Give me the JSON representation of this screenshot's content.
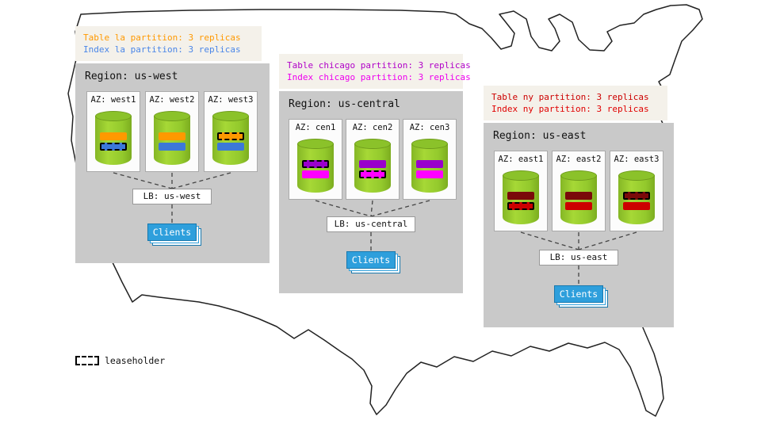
{
  "legend": {
    "label": "leaseholder"
  },
  "colors": {
    "region_bg": "#c9c9c9",
    "note_bg": "#f4f1ea",
    "clients_bg": "#2e9fdc",
    "cylinder_green": "#93c92c",
    "west_table": "#ff9900",
    "west_index": "#3c78d8",
    "west_note1": "#ff9900",
    "west_note2": "#4a86e8",
    "central_table": "#9900cc",
    "central_index": "#ff00ff",
    "central_note1": "#b000c8",
    "central_note2": "#ee00ee",
    "east_table": "#7a0a0a",
    "east_index": "#cc0000",
    "east_note1": "#cc0000",
    "east_note2": "#e00000"
  },
  "regions": [
    {
      "name": "us-west",
      "title": "Region: us-west",
      "note_line1": "Table la partition: 3 replicas",
      "note_line2": "Index la partition: 3 replicas",
      "lb": "LB: us-west",
      "clients": "Clients",
      "azs": [
        {
          "label": "AZ: west1",
          "bars": [
            {
              "role": "table",
              "leaseholder": false
            },
            {
              "role": "index",
              "leaseholder": true
            }
          ]
        },
        {
          "label": "AZ: west2",
          "bars": [
            {
              "role": "table",
              "leaseholder": false
            },
            {
              "role": "index",
              "leaseholder": false
            }
          ]
        },
        {
          "label": "AZ: west3",
          "bars": [
            {
              "role": "table",
              "leaseholder": true
            },
            {
              "role": "index",
              "leaseholder": false
            }
          ]
        }
      ]
    },
    {
      "name": "us-central",
      "title": "Region: us-central",
      "note_line1": "Table chicago partition: 3 replicas",
      "note_line2": "Index chicago partition: 3 replicas",
      "lb": "LB: us-central",
      "clients": "Clients",
      "azs": [
        {
          "label": "AZ: cen1",
          "bars": [
            {
              "role": "table",
              "leaseholder": true
            },
            {
              "role": "index",
              "leaseholder": false
            }
          ]
        },
        {
          "label": "AZ: cen2",
          "bars": [
            {
              "role": "table",
              "leaseholder": false
            },
            {
              "role": "index",
              "leaseholder": true
            }
          ]
        },
        {
          "label": "AZ: cen3",
          "bars": [
            {
              "role": "table",
              "leaseholder": false
            },
            {
              "role": "index",
              "leaseholder": false
            }
          ]
        }
      ]
    },
    {
      "name": "us-east",
      "title": "Region: us-east",
      "note_line1": "Table ny partition: 3 replicas",
      "note_line2": "Index ny partition: 3 replicas",
      "lb": "LB: us-east",
      "clients": "Clients",
      "azs": [
        {
          "label": "AZ: east1",
          "bars": [
            {
              "role": "table",
              "leaseholder": false
            },
            {
              "role": "index",
              "leaseholder": true
            }
          ]
        },
        {
          "label": "AZ: east2",
          "bars": [
            {
              "role": "table",
              "leaseholder": false
            },
            {
              "role": "index",
              "leaseholder": false
            }
          ]
        },
        {
          "label": "AZ: east3",
          "bars": [
            {
              "role": "table",
              "leaseholder": true
            },
            {
              "role": "index",
              "leaseholder": false
            }
          ]
        }
      ]
    }
  ]
}
